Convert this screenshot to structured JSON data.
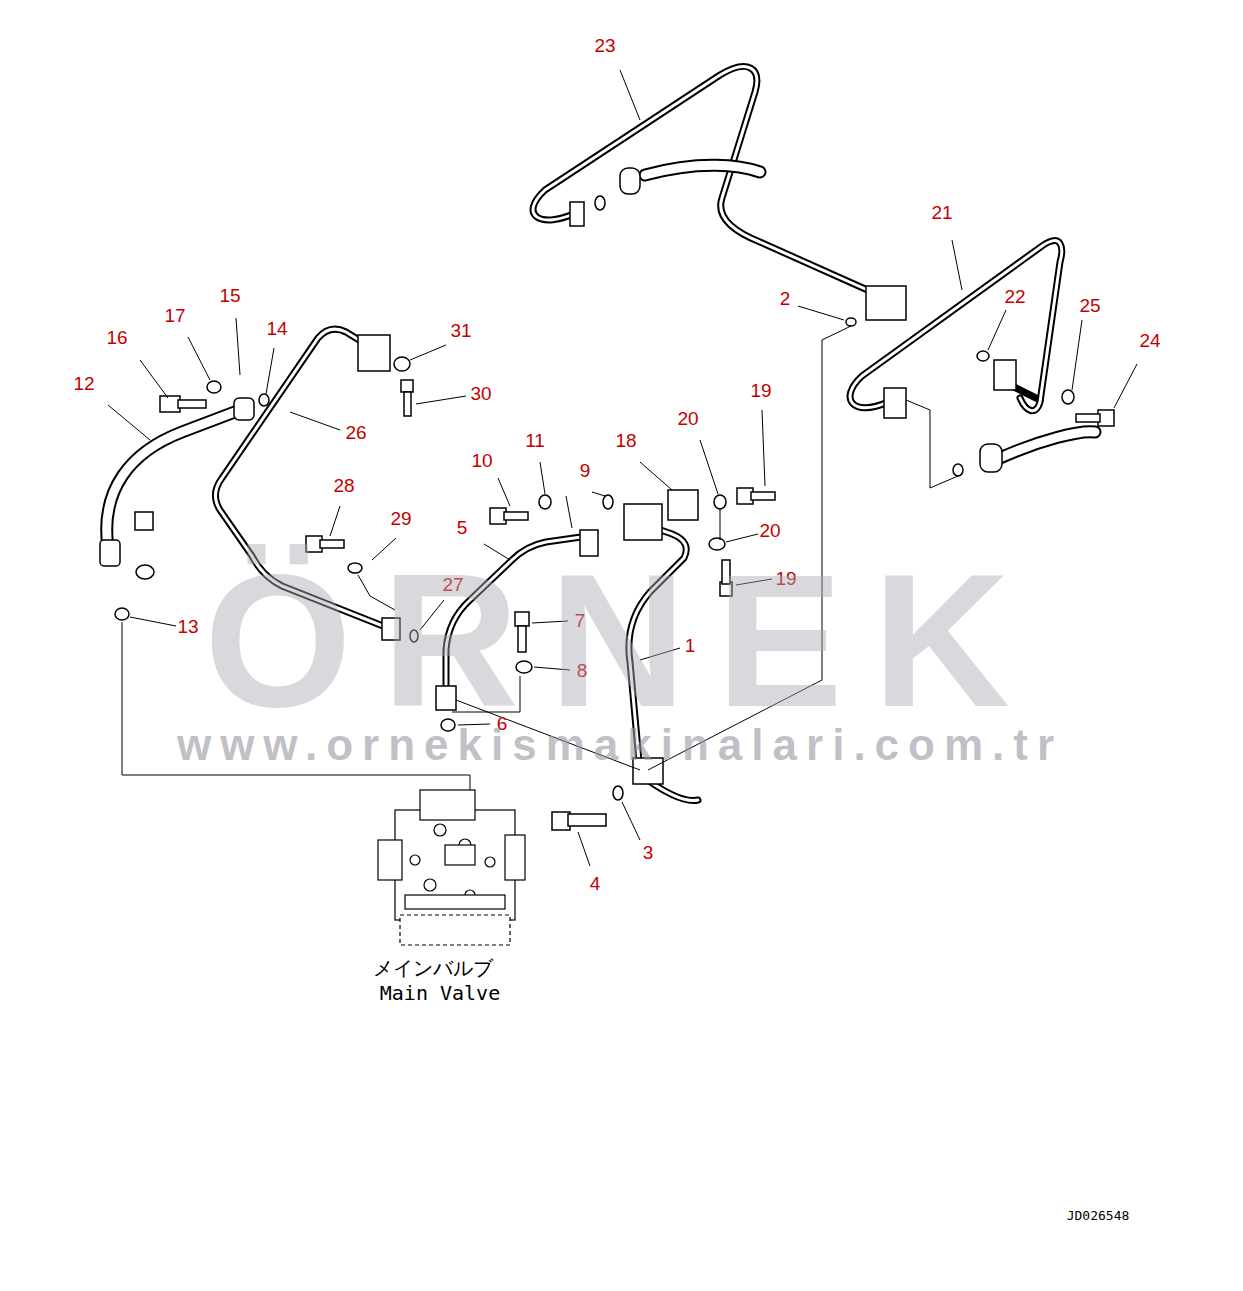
{
  "diagram": {
    "labels": [
      "23",
      "21",
      "2",
      "22",
      "25",
      "24",
      "15",
      "17",
      "14",
      "16",
      "31",
      "12",
      "30",
      "26",
      "19",
      "11",
      "18",
      "20",
      "10",
      "9",
      "28",
      "29",
      "20",
      "5",
      "19",
      "27",
      "7",
      "13",
      "1",
      "8",
      "6",
      "3",
      "4",
      "ÖRNEK",
      "www.ornekismakinalari.com.tr",
      "メインバルブ",
      "Main Valve",
      "JD026548"
    ]
  }
}
